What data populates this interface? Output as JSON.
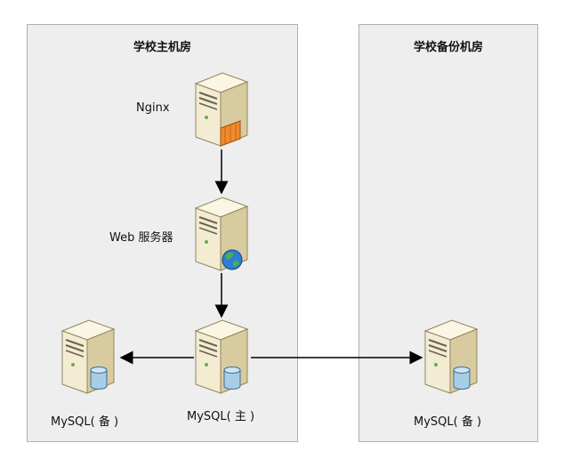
{
  "zones": {
    "main": {
      "title": "学校主机房"
    },
    "backup": {
      "title": "学校备份机房"
    }
  },
  "nodes": {
    "nginx": {
      "label": "Nginx",
      "icon": "server-firewall-icon"
    },
    "web": {
      "label": "Web 服务器",
      "icon": "server-globe-icon"
    },
    "mysql_master": {
      "label": "MySQL( 主 )",
      "icon": "server-database-icon"
    },
    "mysql_slave_local": {
      "label": "MySQL( 备 )",
      "icon": "server-database-icon"
    },
    "mysql_slave_remote": {
      "label": "MySQL( 备 )",
      "icon": "server-database-icon"
    }
  },
  "colors": {
    "zone_fill": "#eeeeee",
    "zone_border": "#b0b0b0",
    "server_front": "#f3ecd3",
    "server_side": "#d8cba0",
    "arrow": "#000000",
    "firewall": "#f08a2c",
    "database": "#a8cde6",
    "globe": "#2a7fd4"
  }
}
